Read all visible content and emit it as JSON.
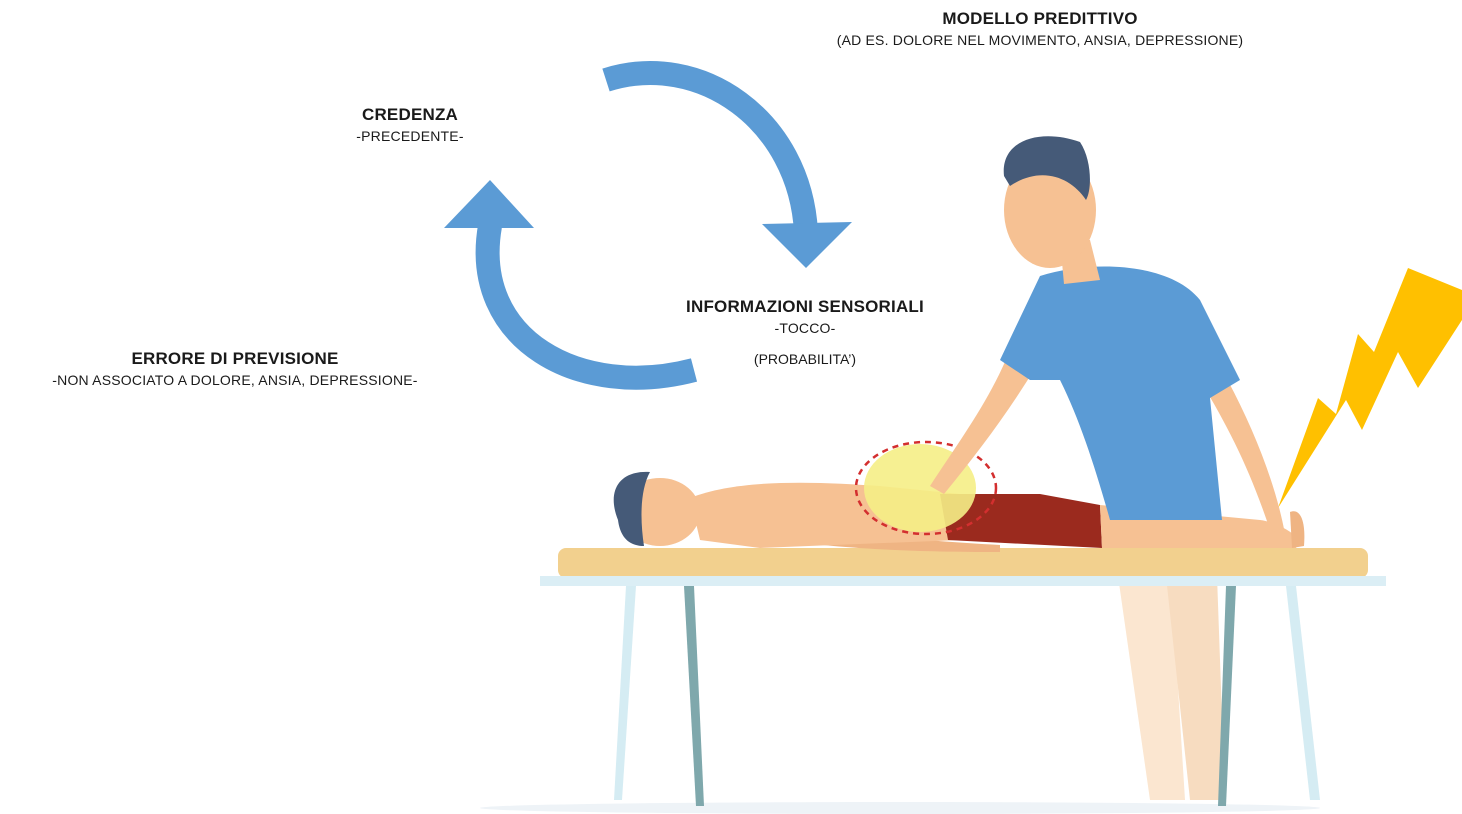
{
  "labels": {
    "predictive_model": {
      "title": "MODELLO PREDITTIVO",
      "subtitle": "(AD ES. DOLORE NEL MOVIMENTO, ANSIA, DEPRESSIONE)"
    },
    "belief": {
      "title": "CREDENZA",
      "subtitle": "-PRECEDENTE-"
    },
    "sensory_info": {
      "title": "INFORMAZIONI SENSORIALI",
      "subtitle": "-TOCCO-",
      "note": "(PROBABILITA’)"
    },
    "prediction_error": {
      "title": "ERRORE DI PREVISIONE",
      "subtitle": "-NON ASSOCIATO A DOLORE, ANSIA, DEPRESSIONE-"
    }
  },
  "colors": {
    "arrow": "#5b9bd5",
    "lightning": "#ffc000",
    "touch_zone": "#f5ee86",
    "touch_outline": "#d32f2f",
    "table_top": "#f2d08e",
    "table_frame": "#dbeef5",
    "leg_dark": "#7fa8ac",
    "shirt": "#5b9bd5",
    "skin": "#f6c193",
    "hair": "#455a78",
    "shorts": "#9b2a1e"
  },
  "icons": {
    "cycle_arrows": "circular-arrows",
    "pain_signal": "lightning-bolt",
    "scene": "therapist-patient-illustration"
  }
}
